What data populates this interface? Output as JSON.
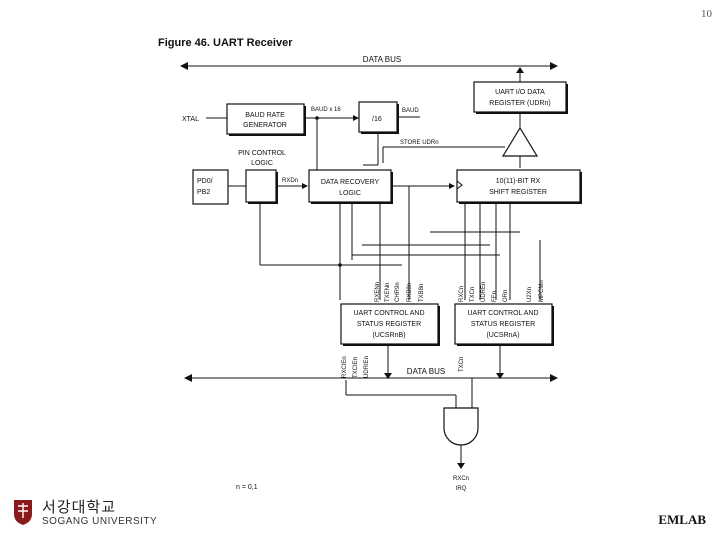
{
  "page_number": "10",
  "figure_caption": "Figure 46.  UART Receiver",
  "footer_brand": "EMLAB",
  "logo": {
    "korean": "서강대학교",
    "english": "SOGANG UNIVERSITY"
  },
  "blocks": {
    "baud_rate_generator": [
      "BAUD RATE",
      "GENERATOR"
    ],
    "divider": "/16",
    "pin_control_title": [
      "PIN CONTROL",
      "LOGIC"
    ],
    "pin_ports": [
      "PD0/",
      "PB2"
    ],
    "data_recovery": [
      "DATA RECOVERY",
      "LOGIC"
    ],
    "udr": [
      "UART I/O DATA",
      "REGISTER (UDRn)"
    ],
    "shift_register": [
      "10(11)-BIT RX",
      "SHIFT REGISTER"
    ],
    "ucsrb": [
      "UART CONTROL AND",
      "STATUS REGISTER",
      "(UCSRnB)"
    ],
    "ucsra": [
      "UART CONTROL AND",
      "STATUS REGISTER",
      "(UCSRnA)"
    ]
  },
  "signals": {
    "data_bus_top": "DATA BUS",
    "data_bus_bottom": "DATA BUS",
    "xtal": "XTAL",
    "baud_x16": "BAUD x 16",
    "baud": "BAUD",
    "store_udr": "STORE UDRn",
    "rxd": "RXDn",
    "irq": [
      "RXCn",
      "IRQ"
    ],
    "n_note": "n = 0,1",
    "ucsrb_inputs": [
      "RXENn",
      "TXENn",
      "CHR9n",
      "RXB8n",
      "TXB8n"
    ],
    "ucsra_inputs": [
      "RXCn",
      "TXCn",
      "UDREn",
      "FEn",
      "ORn",
      "U2Xn",
      "MPCMn"
    ],
    "ucsrb_outputs": [
      "RXCIEn",
      "TXCIEn",
      "UDRIEn"
    ],
    "ucsra_outputs": [
      "TXCn"
    ]
  }
}
